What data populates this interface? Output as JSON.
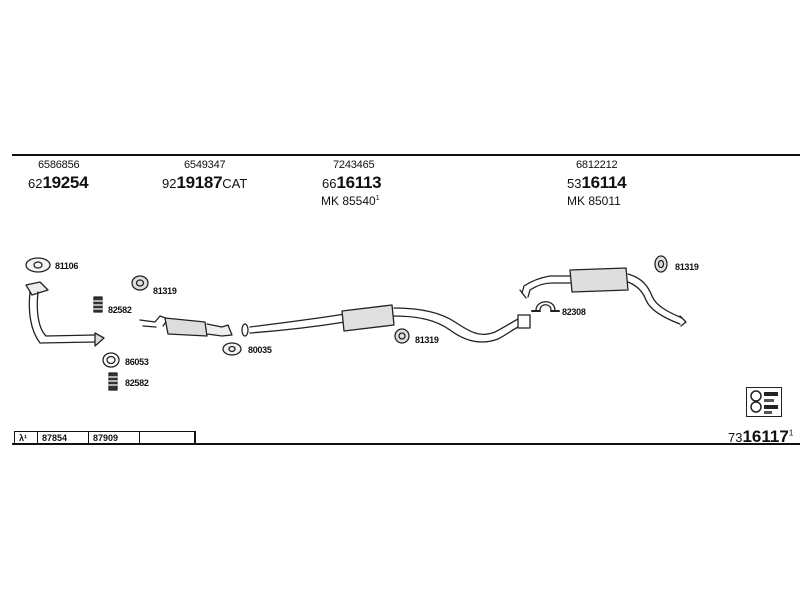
{
  "header_parts": [
    {
      "code": "6586856",
      "prefix": "62",
      "main": "19254",
      "suffix": ""
    },
    {
      "code": "6549347",
      "prefix": "92",
      "main": "19187",
      "suffix": "CAT"
    },
    {
      "code": "7243465",
      "prefix": "66",
      "main": "16113",
      "suffix": "",
      "mk": "MK  85540",
      "mk_sup": "1"
    },
    {
      "code": "6812212",
      "prefix": "53",
      "main": "16114",
      "suffix": "",
      "mk": "MK  85011"
    }
  ],
  "part_labels": {
    "p81106": "81106",
    "p81319a": "81319",
    "p82582a": "82582",
    "p86053": "86053",
    "p82582b": "82582",
    "p80035": "80035",
    "p81319b": "81319",
    "p82308": "82308",
    "p81319c": "81319"
  },
  "footer_table": {
    "lambda": "λ¹",
    "c1": "87854",
    "c2": "87909",
    "c3": ""
  },
  "footer_ref": {
    "prefix": "73",
    "main": "16117",
    "sup": "1"
  },
  "icons": [
    "diagram-info-icon"
  ]
}
